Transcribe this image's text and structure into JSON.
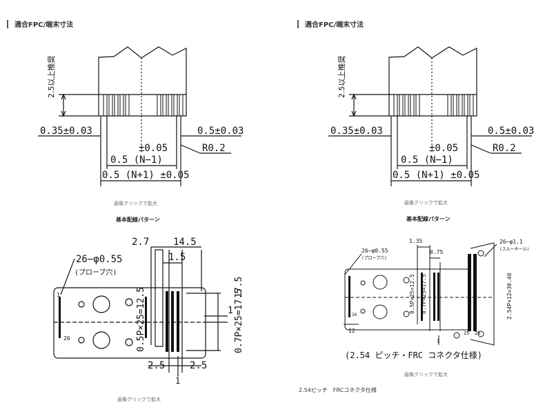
{
  "left": {
    "heading": "適合FPC/端末寸法",
    "fpc": {
      "vertical_label": "2.5以上推奨",
      "left_tol": "0.35±0.03",
      "right_tol": "0.5±0.03",
      "pitch_tol": "±0.05",
      "pitch": "0.5 (N−1)",
      "radius": "R0.2",
      "total": "0.5 (N+1) ±0.05"
    },
    "caption1": "画像クリックで拡大",
    "subtitle": "基本配線パターン",
    "pattern": {
      "hole_label": "26−φ0.55",
      "probe_label": "(プローブ穴)",
      "dim_27": "2.7",
      "dim_145": "14.5",
      "dim_15": "1.5",
      "dim_05p": "0.5P×25=12.5",
      "dim_175": "17.5",
      "dim_1": "1",
      "dim_07p": "0.7P×25=17.5",
      "dim_25a": "2.5",
      "dim_25b": "2.5",
      "pin1": "1",
      "pin26": "26",
      "pin1_bottom": "1"
    },
    "caption2": "画像クリックで拡大"
  },
  "right": {
    "heading": "適合FPC/端末寸法",
    "fpc": {
      "vertical_label": "2.5以上推奨",
      "left_tol": "0.35±0.03",
      "right_tol": "0.5±0.03",
      "pitch_tol": "±0.05",
      "pitch": "0.5 (N−1)",
      "radius": "R0.2",
      "total": "0.5 (N+1) ±0.05"
    },
    "caption1": "画像クリックで拡大",
    "subtitle": "基本配線パターン",
    "pattern": {
      "hole_label": "26−φ0.55",
      "probe_label": "(プローブ穴)",
      "dim_135": "1.35",
      "dim_075": "0.75",
      "dim_05p": "0.5P×25=12.5",
      "dim_07p": "0.7P×25=17.5",
      "dim_12": "12",
      "through_label": "26−φ1.1",
      "through_note": "(スルーホール)",
      "dim_254": "2.54P×12=30.48",
      "pin1": "1",
      "pin26": "26",
      "pin25": "25",
      "pin26b": "26",
      "pin1_bottom": "1",
      "frc_caption": "(2.54 ピッチ・FRC コネクタ仕様)"
    },
    "caption2": "画像クリックで拡大",
    "footer": "2.54ピッチ　FRCコネクタ仕様"
  },
  "colors": {
    "line": "#111111",
    "caption": "#666666"
  }
}
